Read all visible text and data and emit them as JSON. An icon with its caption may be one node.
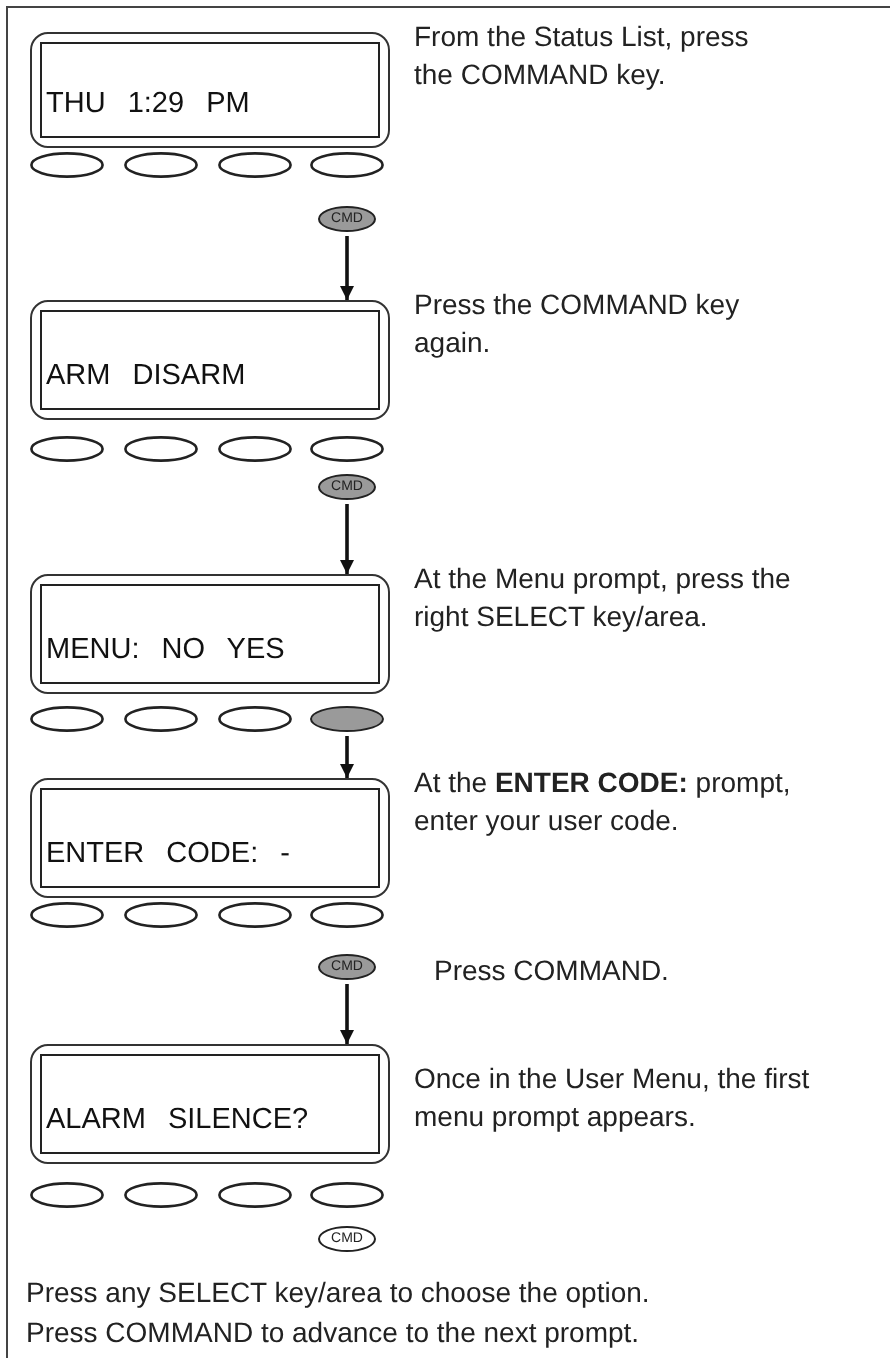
{
  "diagram": {
    "nodes": [
      {
        "text": [
          "THU 1:29 PM"
        ],
        "beside": [
          "From the Status List, press the COMMAND key."
        ]
      },
      {
        "text": [
          "CMD"
        ]
      },
      {
        "text": [
          "ARM DISARM"
        ],
        "beside": [
          "Press the COMMAND key again."
        ]
      },
      {
        "text": [
          "CMD"
        ]
      },
      {
        "text": [
          "MENU: NO YES"
        ],
        "beside": [
          "At the Menu prompt, press the right SELECT key/area."
        ]
      },
      {
        "text": [],
        "shape": "ellipse"
      },
      {
        "text": [
          "ENTER CODE: -"
        ],
        "beside": [
          "At the **ENTER CODE:** prompt, enter your user code."
        ]
      },
      {
        "text": [
          "CMD"
        ],
        "beside": [
          "Press COMMAND."
        ]
      },
      {
        "text": [
          "ALARM SILENCE?"
        ],
        "beside": [
          "Once in the User Menu, the first menu prompt appears."
        ]
      },
      {
        "text": [
          "CMD"
        ]
      }
    ],
    "edges": [
      {
        "from": 1,
        "to": 2,
        "arrow": "to"
      },
      {
        "from": 3,
        "to": 4,
        "arrow": "to"
      },
      {
        "from": 5,
        "to": 6,
        "arrow": "to"
      },
      {
        "from": 7,
        "to": 8,
        "arrow": "to"
      }
    ],
    "labels": [
      "Press any SELECT key/area to choose the option.",
      "Press COMMAND to advance to the next prompt."
    ]
  }
}
